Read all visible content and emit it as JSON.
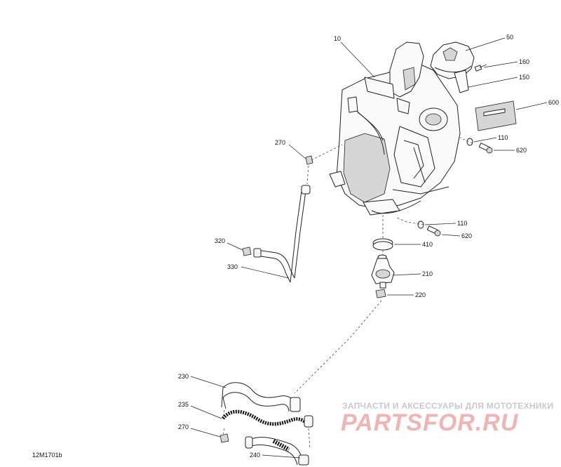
{
  "callouts": {
    "p10": "10",
    "p50": "50",
    "p160": "160",
    "p150": "150",
    "p600": "600",
    "p110a": "110",
    "p620a": "620",
    "p270a": "270",
    "p110b": "110",
    "p620b": "620",
    "p410": "410",
    "p210": "210",
    "p220": "220",
    "p320": "320",
    "p330": "330",
    "p230": "230",
    "p235": "235",
    "p270b": "270",
    "p240": "240"
  },
  "diagram_id": "12M1701b",
  "watermark": {
    "tagline": "ЗАПЧАСТИ И АКСЕССУАРЫ ДЛЯ МОТОТЕХНИКИ",
    "logo": "PARTSFOR.RU"
  }
}
